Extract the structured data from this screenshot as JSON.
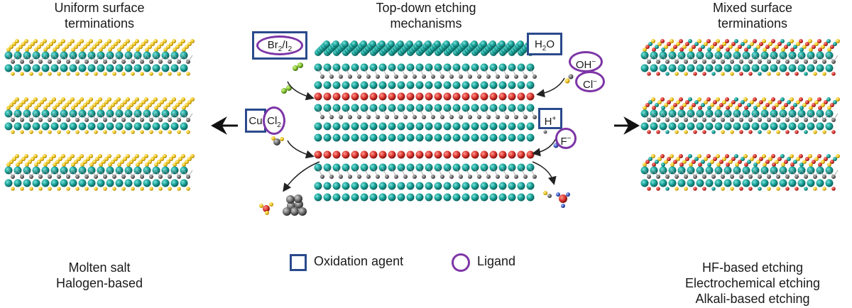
{
  "left": {
    "title_line1": "Uniform surface",
    "title_line2": "terminations",
    "caption_line1": "Molten salt",
    "caption_line2": "Halogen-based"
  },
  "center": {
    "title_line1": "Top-down etching",
    "title_line2": "mechanisms",
    "br_label": "Br",
    "br_sub": "2",
    "i_label": "/I",
    "i_sub": "2",
    "cu_label": "Cu",
    "cl2_label": "Cl",
    "cl2_sub": "2",
    "h2o_label": "H",
    "h2o_sub": "2",
    "h2o_tail": "O",
    "oh_label": "OH",
    "oh_sup": "−",
    "cl_label": "Cl",
    "cl_sup": "−",
    "hplus_label": "H",
    "hplus_sup": "+",
    "f_label": "F",
    "f_sup": "−"
  },
  "legend": {
    "oxidation_label": "Oxidation agent",
    "ligand_label": "Ligand"
  },
  "right": {
    "title_line1": "Mixed surface",
    "title_line2": "terminations",
    "caption_line1": "HF-based etching",
    "caption_line2": "Electrochemical etching",
    "caption_line3": "Alkali-based etching"
  },
  "colors": {
    "teal": "#1aa39a",
    "gold": "#f0c419",
    "red": "#d8322c",
    "gray": "#6e6e6e",
    "box_blue": "#2a4a8c",
    "ring_purple": "#7d35a6"
  }
}
